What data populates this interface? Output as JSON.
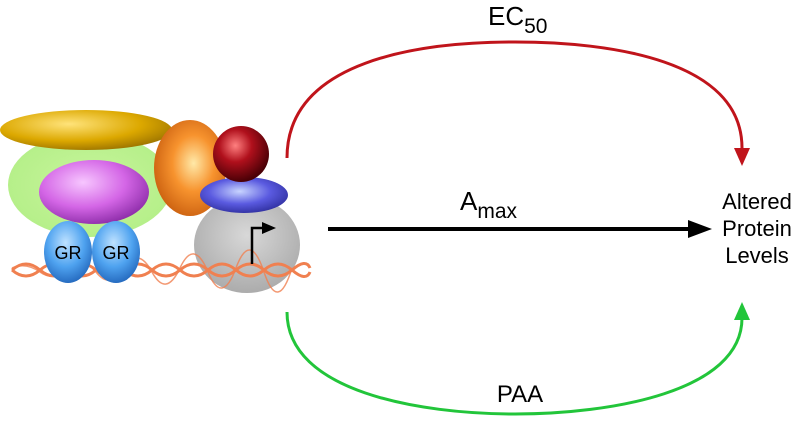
{
  "labels": {
    "ec50_main": "EC",
    "ec50_sub": "50",
    "amax_main": "A",
    "amax_sub": "max",
    "paa": "PAA",
    "outcome_line1": "Altered",
    "outcome_line2": "Protein",
    "outcome_line3": "Levels",
    "gr_left": "GR",
    "gr_right": "GR"
  },
  "colors": {
    "ec50_arrow": "#c0141b",
    "amax_arrow": "#000000",
    "paa_arrow": "#22c53a",
    "gr_fill": "#4fa3f0",
    "dna": "#f08050",
    "coactivator_gold": "#d9a400",
    "halo_green": "#b8f08a",
    "magenta": "#d060e0",
    "orange": "#f58a2a",
    "red_ball": "#a00010",
    "blue_disc": "#4a4ad8",
    "polymerase_gray": "#bcbcbc"
  }
}
